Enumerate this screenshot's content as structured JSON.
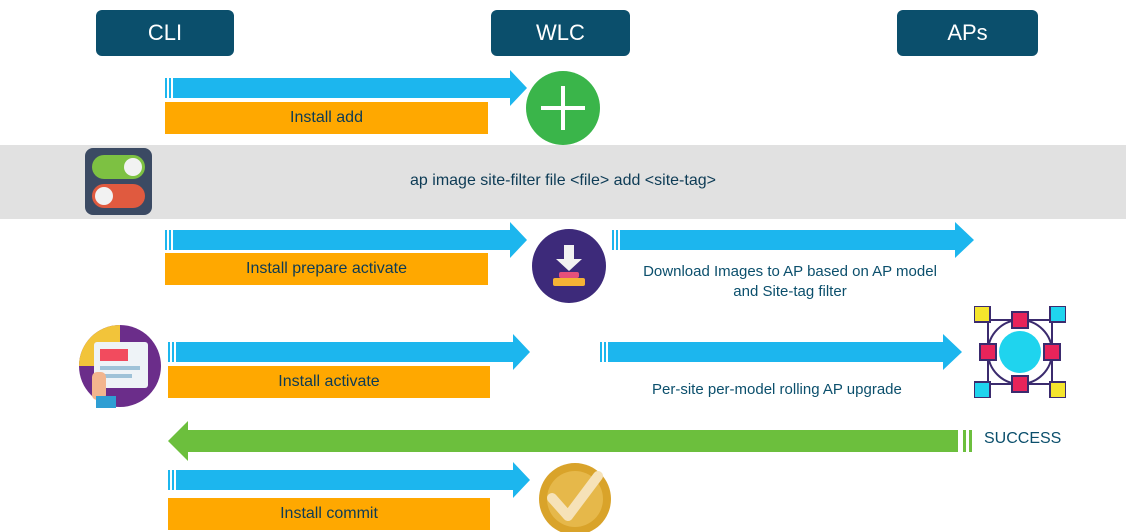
{
  "headers": {
    "cli": "CLI",
    "wlc": "WLC",
    "aps": "APs"
  },
  "steps": {
    "install_add": "Install add",
    "install_prepare_activate": "Install prepare activate",
    "install_activate": "Install activate",
    "install_commit": "Install commit"
  },
  "band": {
    "command": "ap image site-filter file <file> add <site-tag>"
  },
  "captions": {
    "download": "Download Images to AP based on AP model and Site-tag filter",
    "rolling": "Per-site per-model rolling AP upgrade",
    "success": "SUCCESS"
  },
  "colors": {
    "header_bg": "#0b4f6c",
    "arrow_blue": "#1cb6ee",
    "arrow_green": "#6cbf3d",
    "bar_orange": "#ffa800",
    "band_gray": "#e1e1e1",
    "plus_green": "#3ab54a",
    "download_purple": "#3d2a7a",
    "check_gold": "#d9a32a"
  },
  "icons": [
    "toggle-switch-icon",
    "plus-circle-icon",
    "download-icon",
    "touch-screen-icon",
    "network-nodes-icon",
    "check-circle-icon"
  ]
}
